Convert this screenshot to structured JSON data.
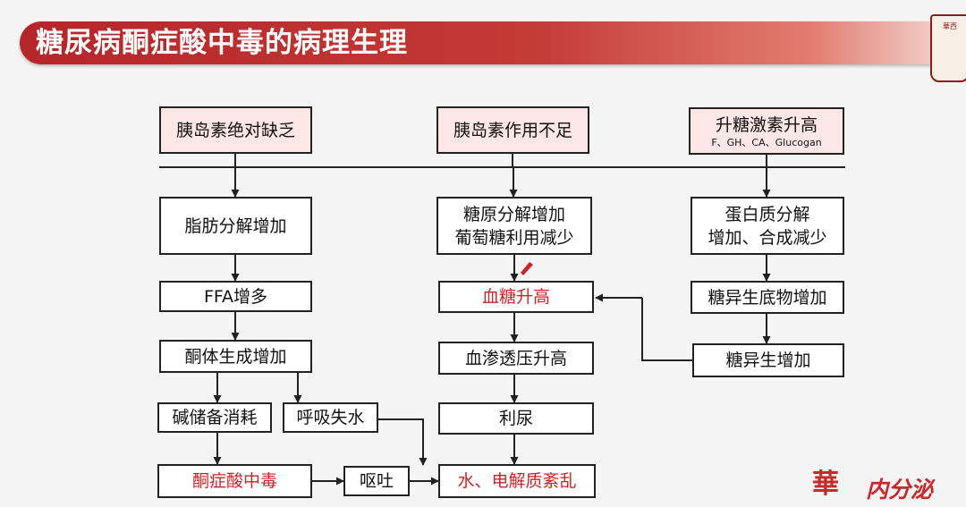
{
  "header": {
    "title": "糖尿病酮症酸中毒的病理生理"
  },
  "logo": {
    "text": "華西"
  },
  "causes": {
    "left": "胰岛素绝对缺乏",
    "middle": "胰岛素作用不足",
    "right_line1": "升糖激素升高",
    "right_line2": "F、GH、CA、Glucogan"
  },
  "left_column": {
    "fat": "脂肪分解增加",
    "ffa": "FFA增多",
    "ketone": "酮体生成增加",
    "alkali": "碱储备消耗",
    "breath": "呼吸失水",
    "acidosis": "酮症酸中毒",
    "vomit": "呕吐"
  },
  "middle_column": {
    "glycogen_line1": "糖原分解增加",
    "glycogen_line2": "葡萄糖利用减少",
    "glucose": "血糖升高",
    "osmotic": "血渗透压升高",
    "diuresis": "利尿",
    "electrolyte": "水、电解质紊乱"
  },
  "right_column": {
    "protein_line1": "蛋白质分解",
    "protein_line2": "增加、合成减少",
    "substrate": "糖异生底物增加",
    "gluconeo": "糖异生增加"
  },
  "footer": {
    "brand_glyph": "華",
    "brand_text": "内分泌"
  },
  "colors": {
    "banner": "#b5262a",
    "highlight_text": "#c8242a",
    "cause_fill": "#fde6e6"
  }
}
